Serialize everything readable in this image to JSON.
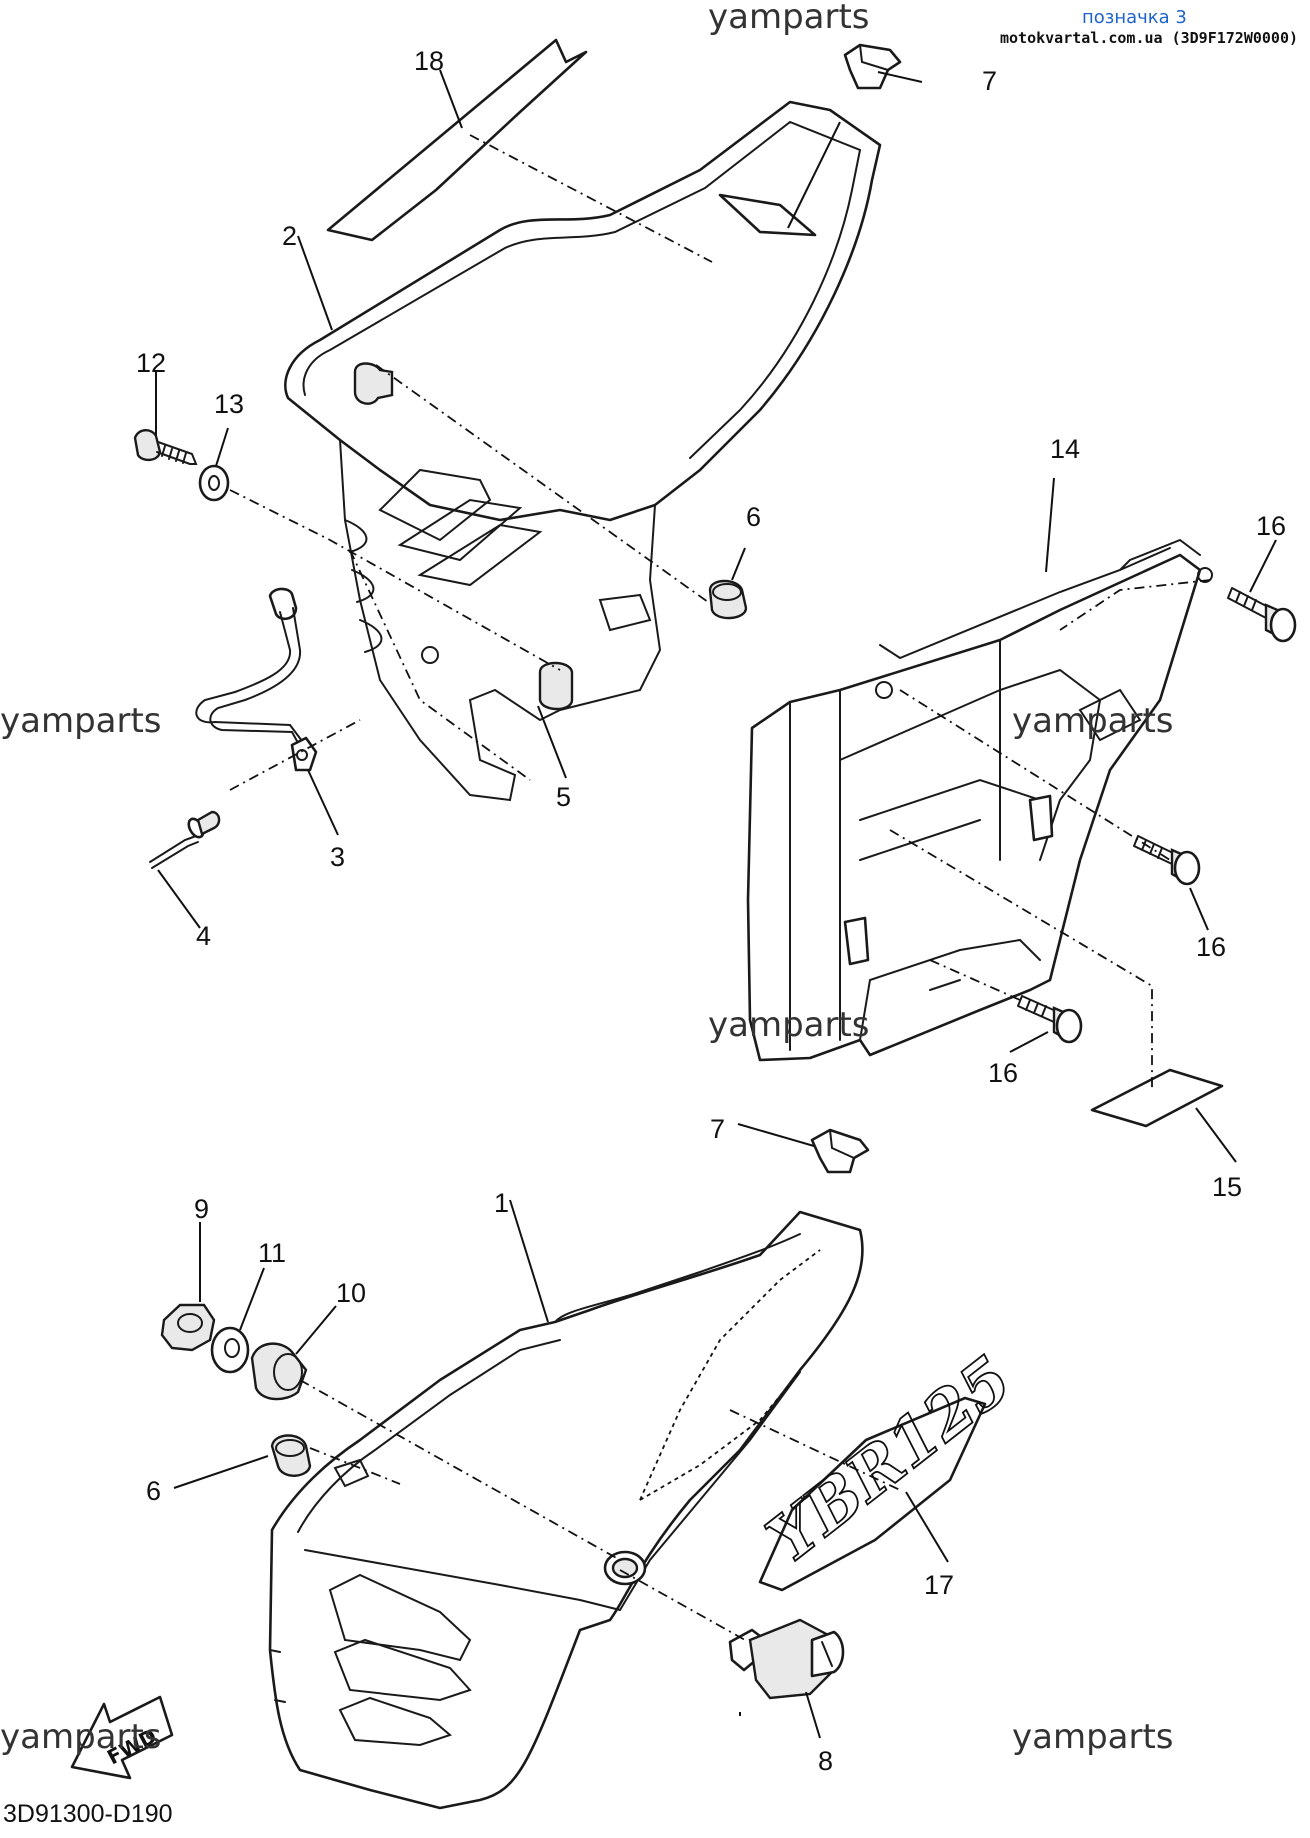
{
  "header": {
    "label": "позначка 3",
    "source": "motokvartal.com.ua (3D9F172W0000)"
  },
  "watermarks": [
    "yamparts",
    "yamparts",
    "yamparts",
    "yamparts",
    "yamparts",
    "yamparts"
  ],
  "diagram_code": "3D91300-D190",
  "fwd_label": "FWD",
  "emblem_text": "YBR125",
  "part_numbers": {
    "p1": "1",
    "p2": "2",
    "p3": "3",
    "p4": "4",
    "p5": "5",
    "p6_top": "6",
    "p6_bottom": "6",
    "p7_top": "7",
    "p7_bottom": "7",
    "p8": "8",
    "p9": "9",
    "p10": "10",
    "p11": "11",
    "p12": "12",
    "p13": "13",
    "p14": "14",
    "p15": "15",
    "p16_top": "16",
    "p16_mid": "16",
    "p16_bottom": "16",
    "p17": "17",
    "p18": "18"
  }
}
